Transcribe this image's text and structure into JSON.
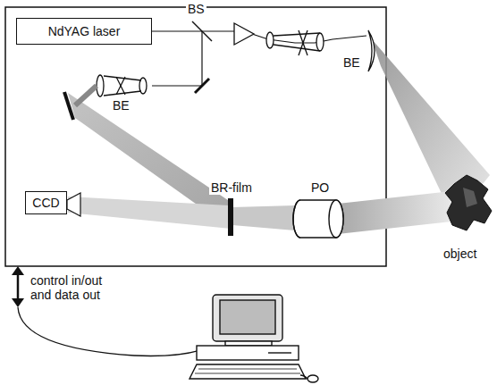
{
  "diagram": {
    "nodes": [
      {
        "text": [
          "NdYAG laser"
        ]
      },
      {
        "text": [
          "CCD"
        ]
      }
    ],
    "labels": [
      "BS",
      "BE",
      "BE",
      "BR-film",
      "PO",
      "object",
      "control in/out and data out"
    ]
  }
}
